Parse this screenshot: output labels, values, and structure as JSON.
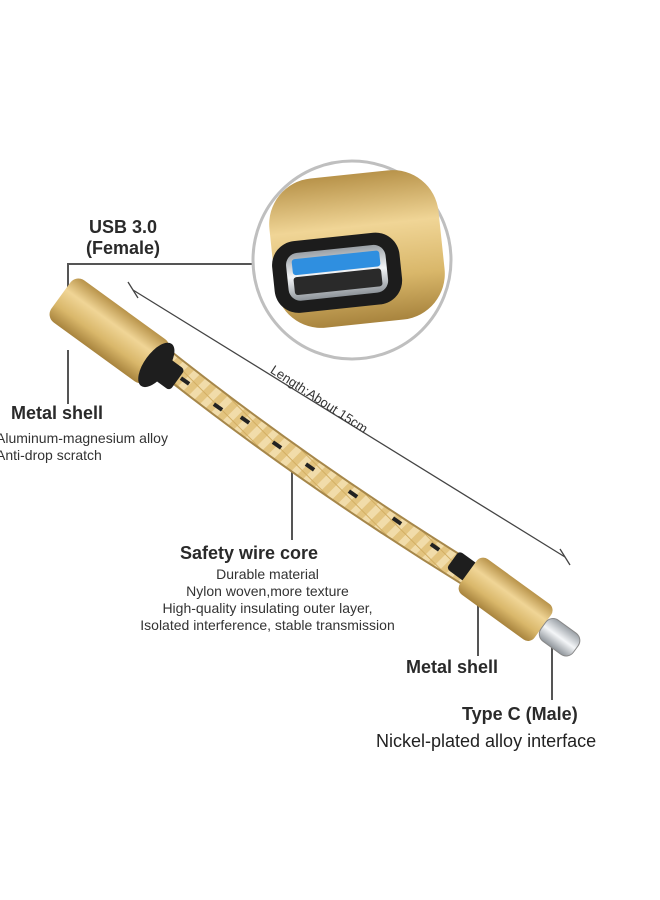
{
  "callouts": {
    "usb": {
      "title_line1": "USB 3.0",
      "title_line2": "(Female)"
    },
    "metal_shell_top": {
      "title": "Metal shell",
      "lines": [
        "Aluminum-magnesium alloy",
        "Anti-drop scratch"
      ]
    },
    "safety_core": {
      "title": "Safety wire core",
      "lines": [
        "Durable material",
        "Nylon woven,more texture",
        "High-quality insulating outer layer,",
        "Isolated interference, stable transmission"
      ]
    },
    "metal_shell_bottom": {
      "title": "Metal shell"
    },
    "type_c": {
      "title": "Type C (Male)",
      "description": "Nickel-plated alloy interface"
    },
    "length": {
      "text": "Length:About 15cm"
    }
  },
  "colors": {
    "gold": "#d9b76a",
    "gold_dark": "#b8934a",
    "cable_light": "#f3e1b4",
    "usb_blue": "#2f8fe0",
    "leader_line": "#555555"
  },
  "icons": [
    "magnifier-circle",
    "usb-female-port",
    "type-c-male-plug"
  ]
}
